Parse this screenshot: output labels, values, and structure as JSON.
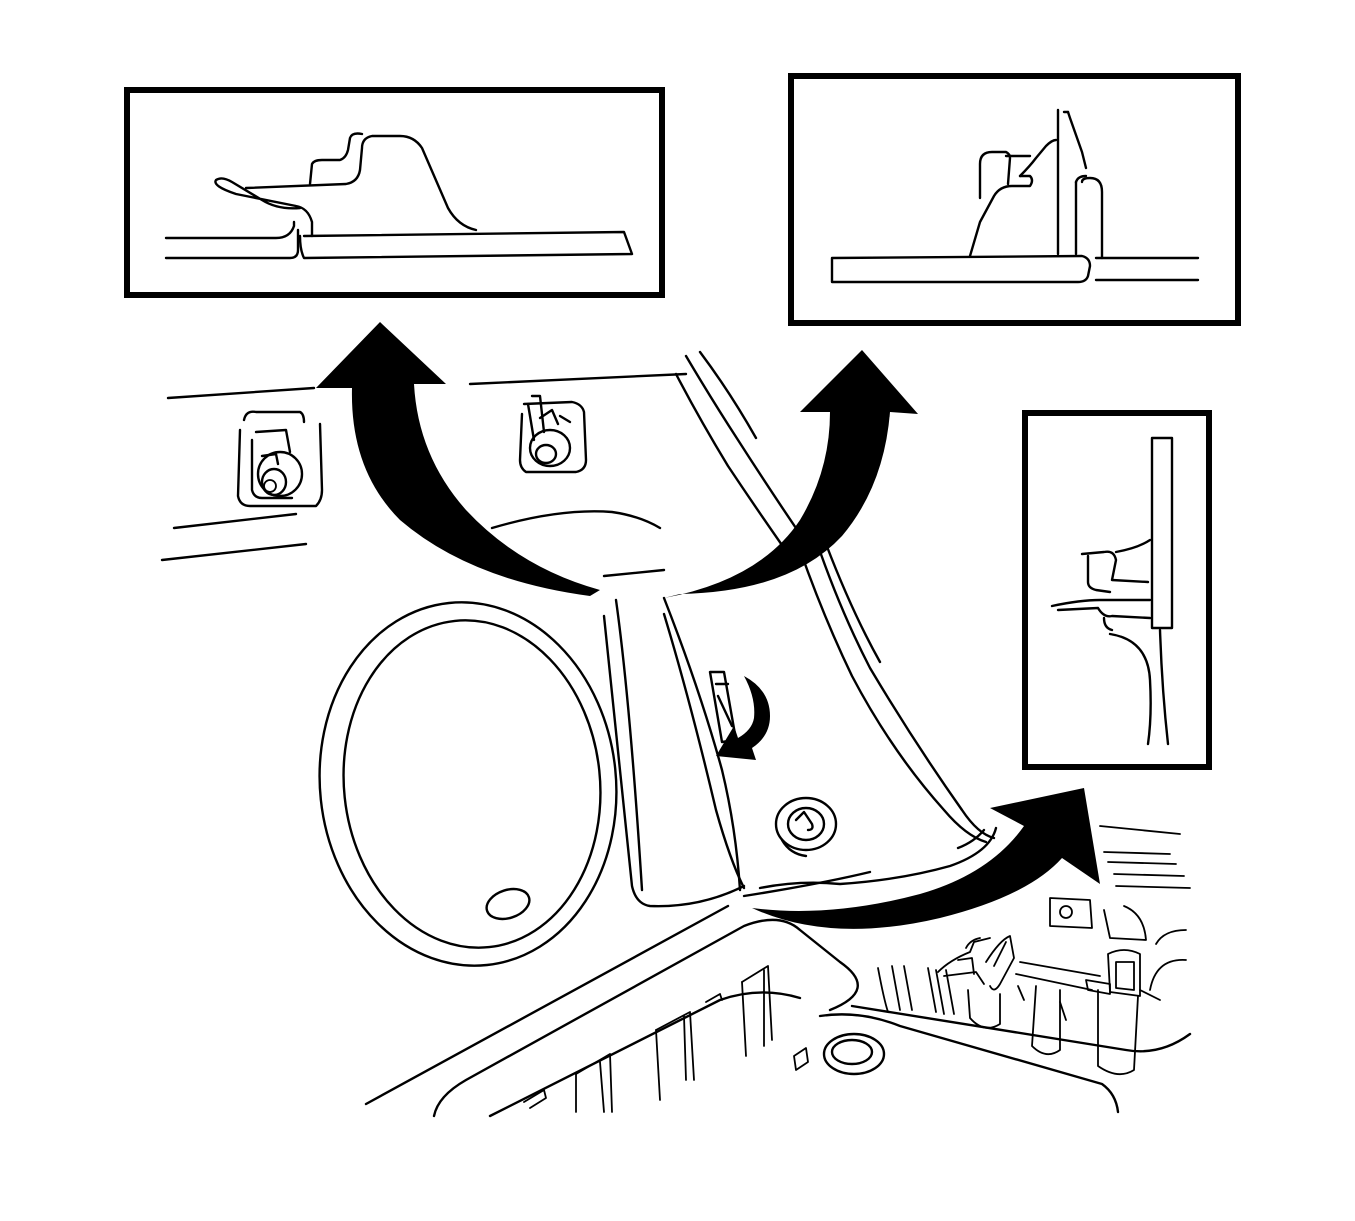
{
  "colors": {
    "line": "#000000",
    "background": "#ffffff"
  },
  "insets": [
    {
      "id": "inset-top-left",
      "icon": "clip-detail-icon"
    },
    {
      "id": "inset-top-right",
      "icon": "clip-detail-icon"
    },
    {
      "id": "inset-right",
      "icon": "clip-detail-icon"
    }
  ],
  "arrows": [
    {
      "id": "arrow-to-top-left",
      "icon": "curved-arrow-icon"
    },
    {
      "id": "arrow-to-top-right",
      "icon": "curved-arrow-icon"
    },
    {
      "id": "arrow-to-right",
      "icon": "curved-arrow-icon"
    },
    {
      "id": "small-rotate-arrow",
      "icon": "rotate-arrow-icon"
    }
  ]
}
